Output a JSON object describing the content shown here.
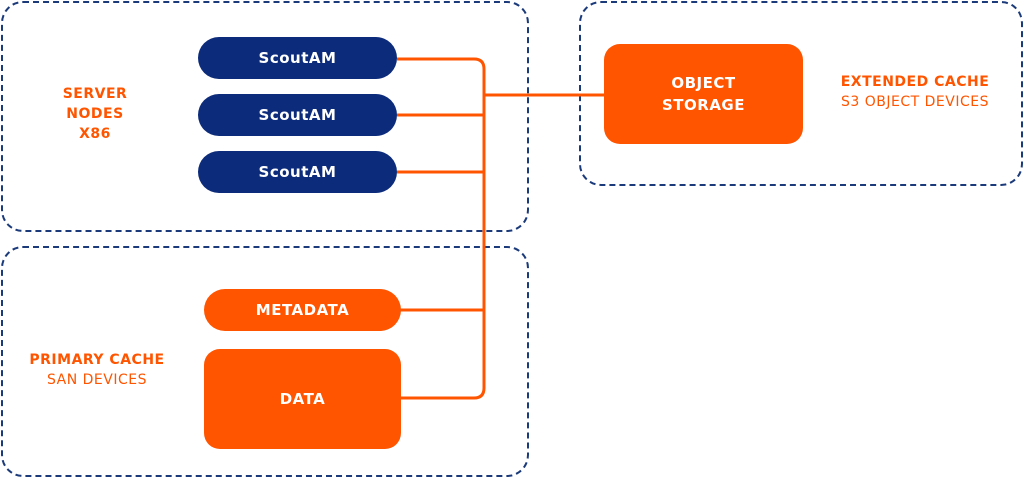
{
  "server_group": {
    "label_lines": [
      "SERVER",
      "NODES",
      "X86"
    ],
    "nodes": [
      "ScoutAM",
      "ScoutAM",
      "ScoutAM"
    ]
  },
  "primary_cache": {
    "title": "PRIMARY CACHE",
    "subtitle": "SAN DEVICES",
    "metadata_label": "METADATA",
    "data_label": "DATA"
  },
  "extended_cache": {
    "title": "EXTENDED CACHE",
    "subtitle": "S3 OBJECT DEVICES",
    "storage_label_lines": [
      "OBJECT",
      "STORAGE"
    ]
  },
  "colors": {
    "navy": "#0c2b7a",
    "orange": "#ff5500",
    "dashed_border": "#1b3a7a"
  }
}
